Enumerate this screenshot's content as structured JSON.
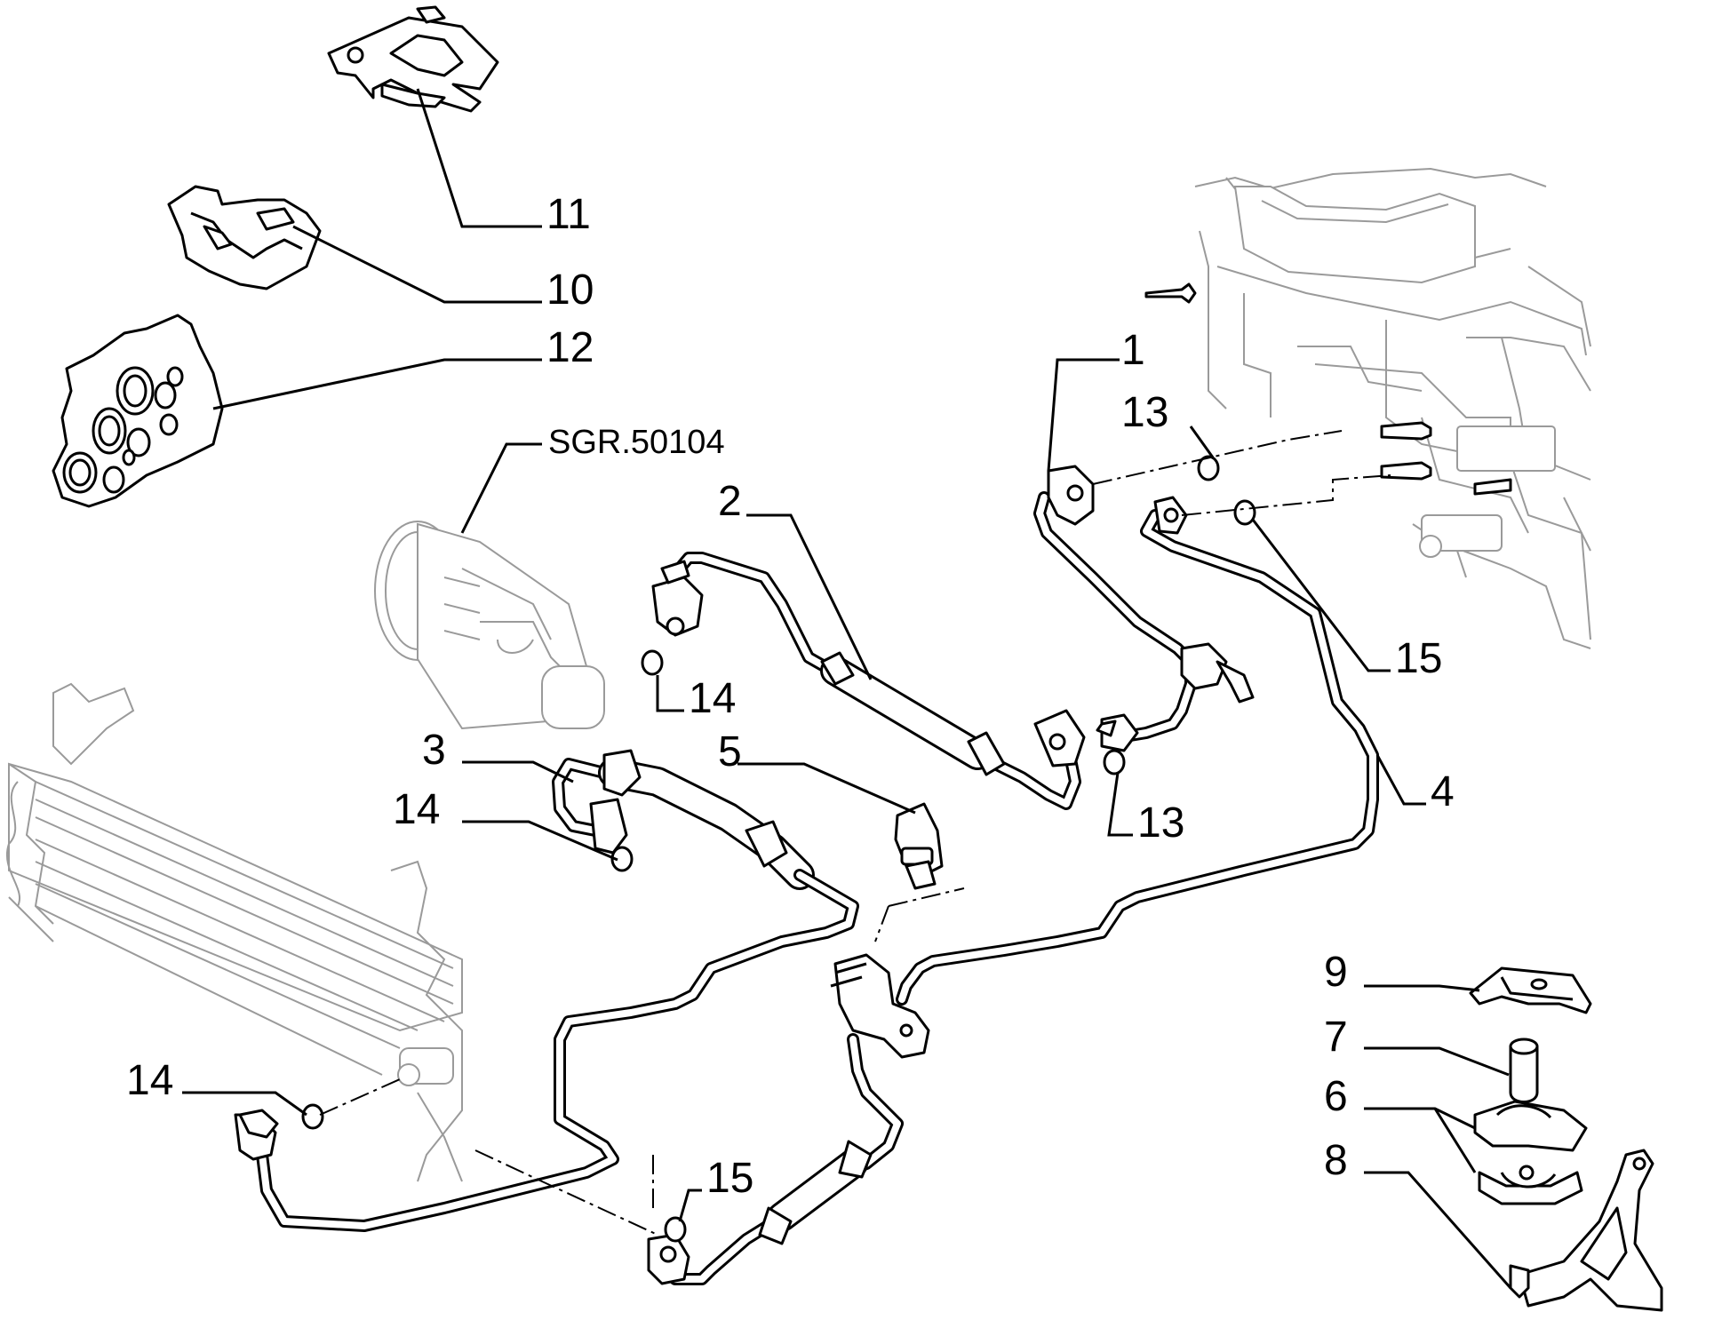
{
  "diagram": {
    "reference_code": "SGR.50104",
    "callouts": {
      "c1": "1",
      "c2": "2",
      "c3": "3",
      "c4": "4",
      "c5": "5",
      "c6": "6",
      "c7": "7",
      "c8": "8",
      "c9": "9",
      "c10": "10",
      "c11": "11",
      "c12": "12",
      "c13a": "13",
      "c13b": "13",
      "c14a": "14",
      "c14b": "14",
      "c14c": "14",
      "c15a": "15",
      "c15b": "15"
    }
  }
}
